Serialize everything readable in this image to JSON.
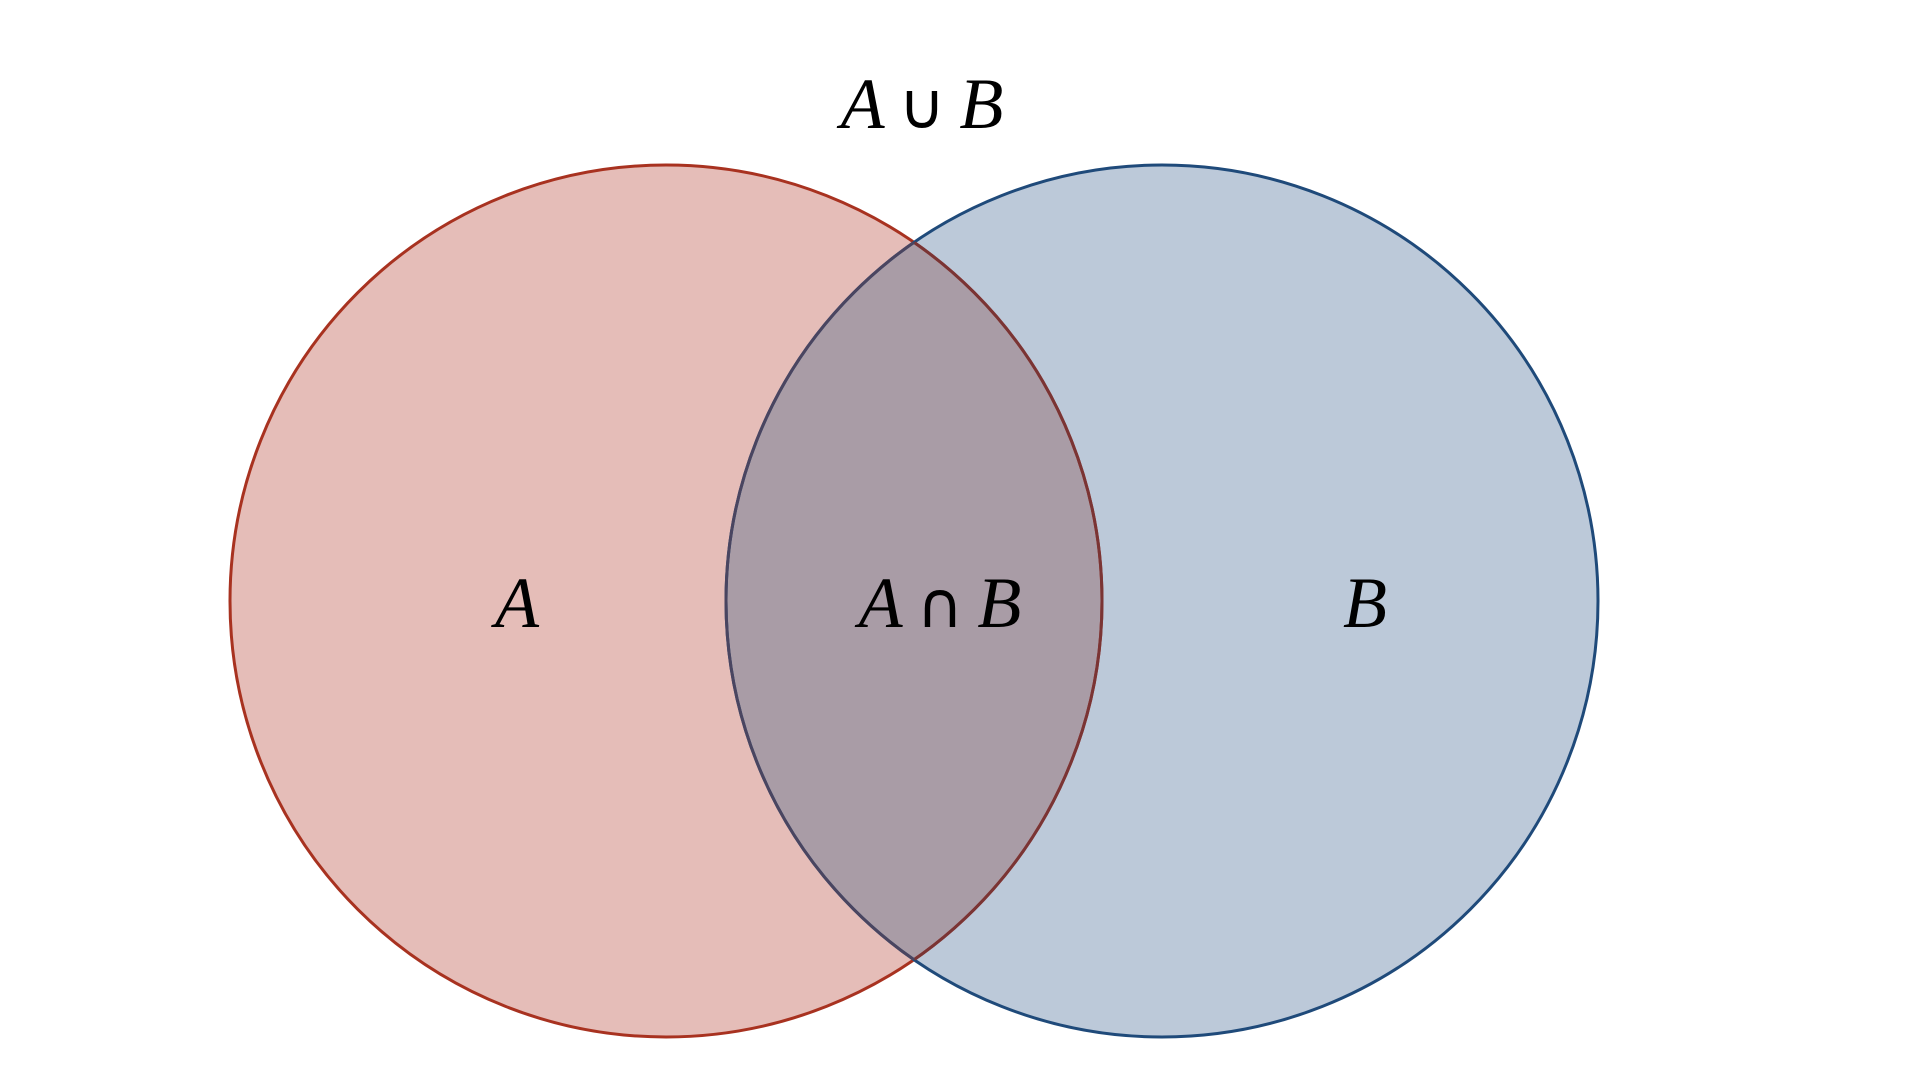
{
  "title": {
    "left": "A",
    "op": "∪",
    "right": "B"
  },
  "sets": [
    {
      "name": "A",
      "label": "A",
      "fill": "#e5bdb8",
      "stroke": "#a83220"
    },
    {
      "name": "B",
      "label": "B",
      "fill": "#bcc9d9",
      "stroke": "#1f4a7a"
    }
  ],
  "intersection": {
    "left": "A",
    "op": "∩",
    "right": "B",
    "fill": "#a99ca6"
  }
}
